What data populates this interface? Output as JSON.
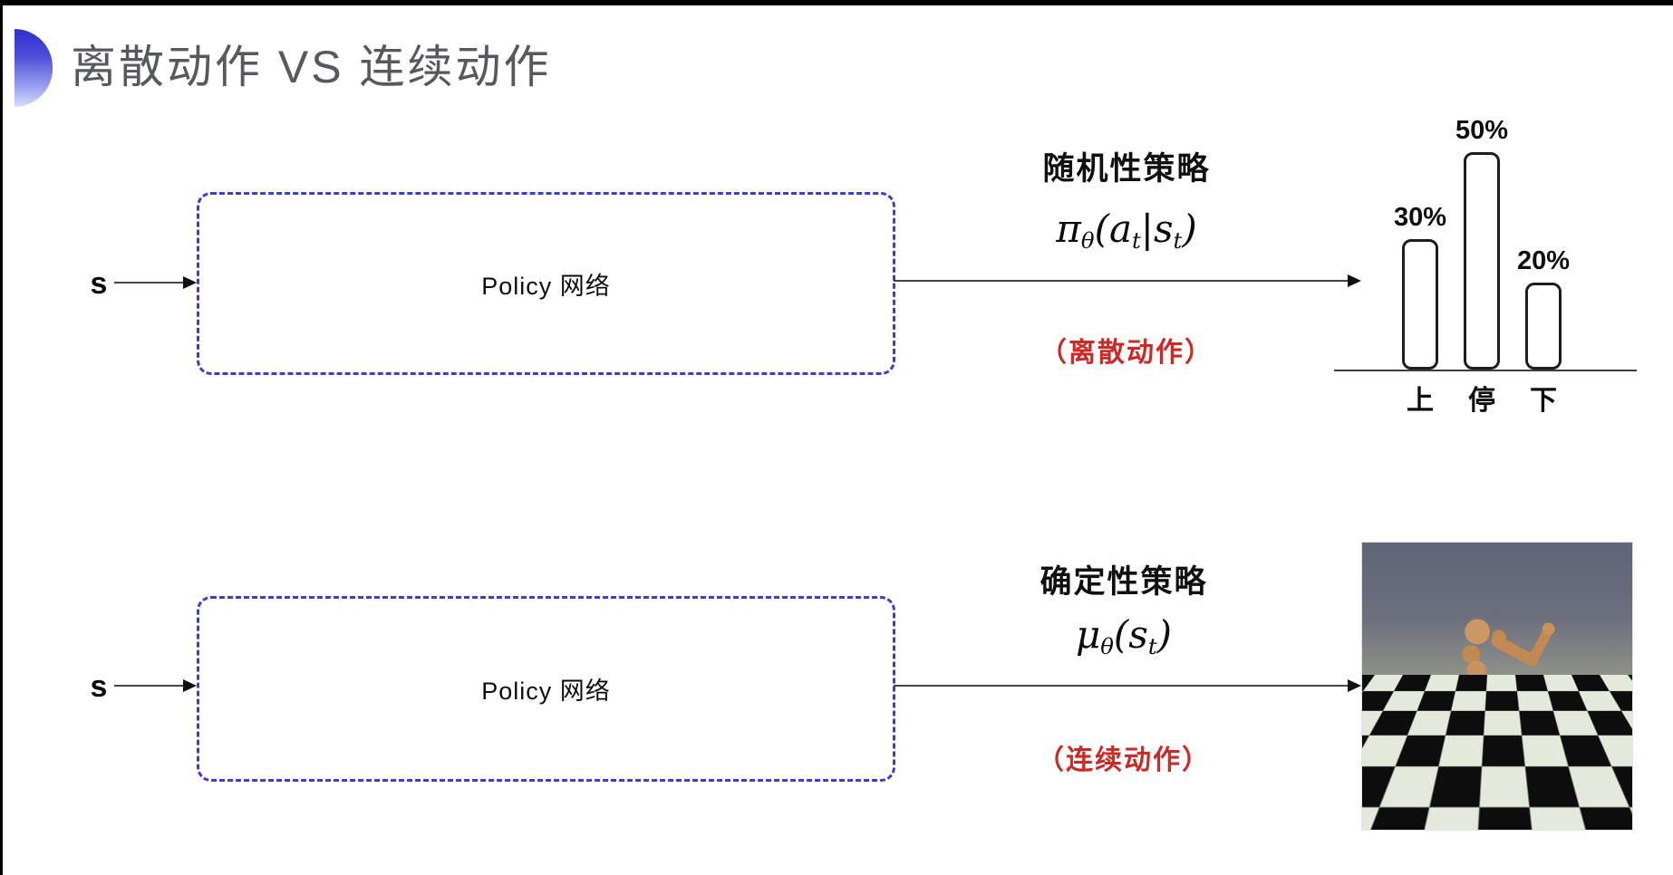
{
  "title": {
    "text": "离散动作 VS 连续动作",
    "color": "#56595d",
    "accent_top_color": "#3030cf",
    "accent_bottom_color": "#d9ddfb"
  },
  "colors": {
    "dashed_box_blue": "#3e3ecd",
    "annotation_red": "#cc2a26",
    "text_black": "#0d0d0d",
    "title_gray": "#56595d"
  },
  "rows": {
    "stochastic": {
      "input_label": "s",
      "box_label": "Policy 网络",
      "policy_name": "随机性策略",
      "formula": [
        {
          "t": "π"
        },
        {
          "t": "θ",
          "sub": true
        },
        {
          "t": "("
        },
        {
          "t": "a"
        },
        {
          "t": "t",
          "sub": true
        },
        {
          "t": "|"
        },
        {
          "t": "s"
        },
        {
          "t": "t",
          "sub": true
        },
        {
          "t": ")"
        }
      ],
      "annotation": "（离散动作）"
    },
    "deterministic": {
      "input_label": "s",
      "box_label": "Policy 网络",
      "policy_name": "确定性策略",
      "formula": [
        {
          "t": "μ"
        },
        {
          "t": "θ",
          "sub": true
        },
        {
          "t": "("
        },
        {
          "t": "s"
        },
        {
          "t": "t",
          "sub": true
        },
        {
          "t": ")"
        }
      ],
      "annotation": "（连续动作）"
    }
  },
  "chart_data": {
    "type": "bar",
    "categories": [
      "上",
      "停",
      "下"
    ],
    "values": [
      30,
      50,
      20
    ],
    "value_labels": [
      "30%",
      "50%",
      "20%"
    ],
    "title": "",
    "xlabel": "",
    "ylabel": "",
    "ylim": [
      0,
      55
    ],
    "grid": false,
    "legend": false,
    "bar_style": "white fill, black rounded outline"
  },
  "mujoco_image": {
    "description": "humanoid robot running on checkerboard floor (physics simulation render)",
    "sky_top": "#5f6478",
    "sky_bottom": "#8e9089",
    "tile_light": "#e4eadb",
    "tile_dark": "#0d0d0d",
    "body_color": "#c6925f"
  }
}
